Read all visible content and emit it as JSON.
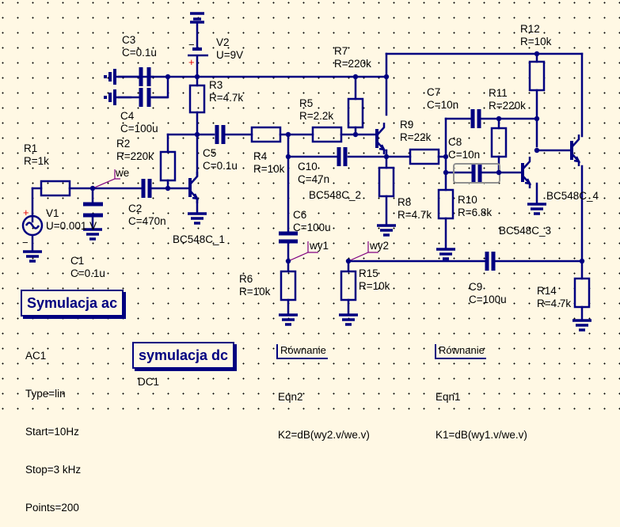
{
  "app": "Qucs schematic editor",
  "colors": {
    "background": "#fff8e4",
    "wire": "#000080",
    "node_label_wire": "#800080",
    "plus_sign": "#e00000",
    "selection_outline": "#909090"
  },
  "components": {
    "V1": {
      "name": "V1",
      "value": "U=0.001 V",
      "type": "ac-voltage-source"
    },
    "V2": {
      "name": "V2",
      "value": "U=9V",
      "type": "dc-voltage-source"
    },
    "R1": {
      "name": "R1",
      "value": "R=1k"
    },
    "R2": {
      "name": "R2",
      "value": "R=220k"
    },
    "R3": {
      "name": "R3",
      "value": "R=4.7k"
    },
    "R4": {
      "name": "R4",
      "value": "R=10k"
    },
    "R5": {
      "name": "R5",
      "value": "R=2.2k"
    },
    "R6": {
      "name": "R6",
      "value": "R=10k"
    },
    "R7": {
      "name": "R7",
      "value": "R=220k"
    },
    "R8": {
      "name": "R8",
      "value": "R=4.7k"
    },
    "R9": {
      "name": "R9",
      "value": "R=22k"
    },
    "R10": {
      "name": "R10",
      "value": "R=6.8k"
    },
    "R11": {
      "name": "R11",
      "value": "R=220k"
    },
    "R12": {
      "name": "R12",
      "value": "R=10k"
    },
    "R14": {
      "name": "R14",
      "value": "R=4.7k"
    },
    "R15": {
      "name": "R15",
      "value": "R=10k"
    },
    "C1": {
      "name": "C1",
      "value": "C=0.1u"
    },
    "C2": {
      "name": "C2",
      "value": "C=470n"
    },
    "C3": {
      "name": "C3",
      "value": "C=0.1u"
    },
    "C4": {
      "name": "C4",
      "value": "C=100u"
    },
    "C5": {
      "name": "C5",
      "value": "C=0.1u"
    },
    "C6": {
      "name": "C6",
      "value": "C=100u"
    },
    "C7": {
      "name": "C7",
      "value": "C=10n"
    },
    "C8": {
      "name": "C8",
      "value": "C=10n"
    },
    "C9": {
      "name": "C9",
      "value": "C=100u"
    },
    "C10": {
      "name": "C10",
      "value": "C=47n"
    },
    "Q1": {
      "name": "BC548C_1"
    },
    "Q2": {
      "name": "BC548C_2"
    },
    "Q3": {
      "name": "BC548C_3"
    },
    "Q4": {
      "name": "BC548C_4"
    }
  },
  "node_labels": {
    "we": "we",
    "wy1": "wy1",
    "wy2": "wy2"
  },
  "simulations": {
    "ac": {
      "title": "Symulacja ac",
      "name": "AC1",
      "params": [
        "Type=lin",
        "Start=10Hz",
        "Stop=3 kHz",
        "Points=200"
      ]
    },
    "dc": {
      "title": "symulacja dc",
      "name": "DC1"
    }
  },
  "equations": [
    {
      "header": "Równanie",
      "name": "Eqn2",
      "expr": "K2=dB(wy2.v/we.v)"
    },
    {
      "header": "Równanie",
      "name": "Eqn1",
      "expr": "K1=dB(wy1.v/we.v)"
    }
  ],
  "symbols": {
    "plus": "+",
    "minus": "−"
  }
}
